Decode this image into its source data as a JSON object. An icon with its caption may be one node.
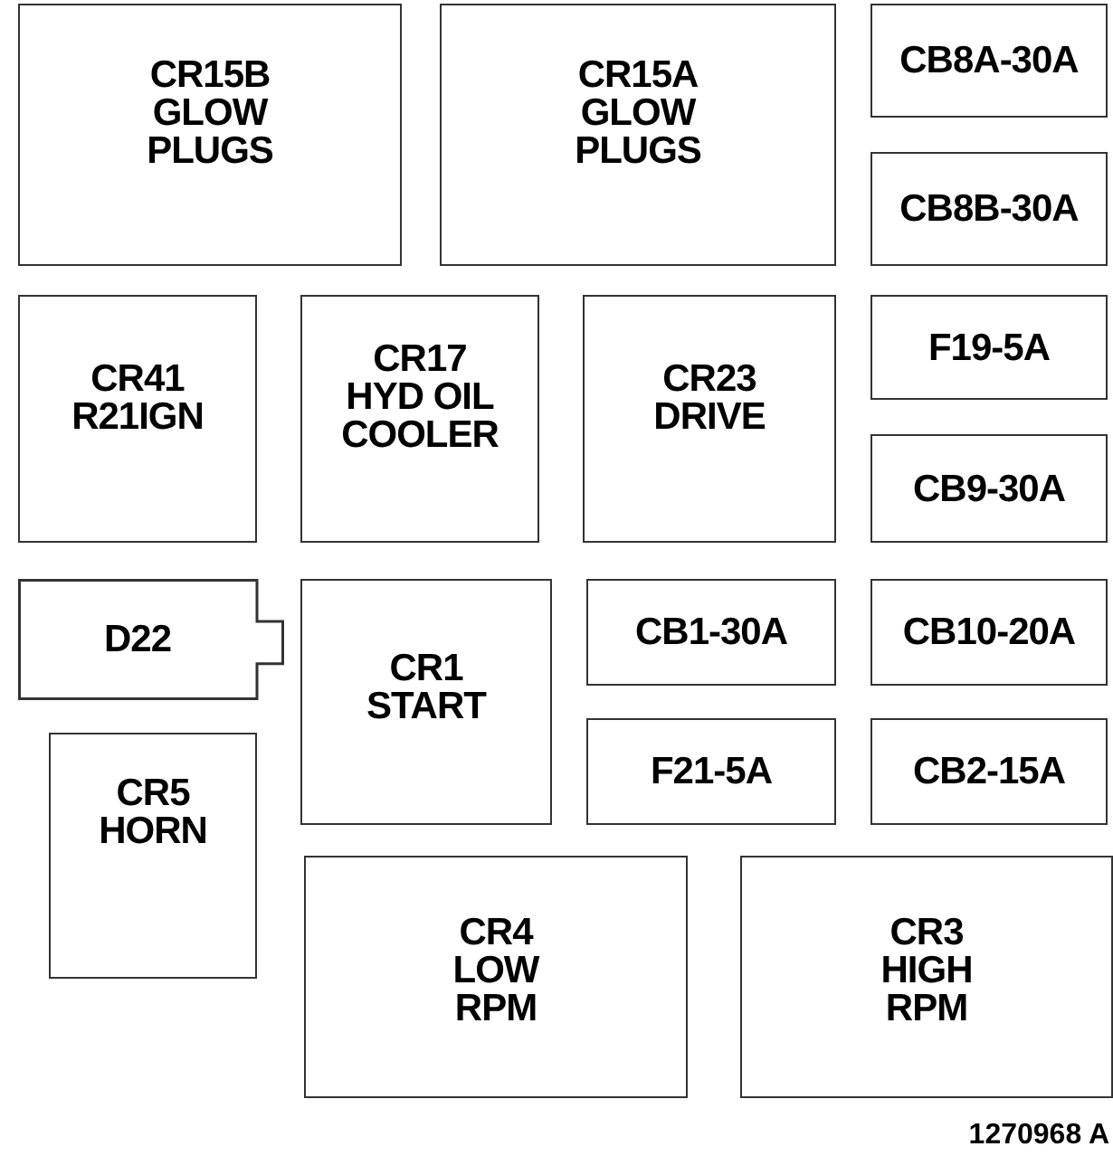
{
  "diagram": {
    "nodes": [
      {
        "text": [
          "CR15B GLOW PLUGS"
        ]
      },
      {
        "text": [
          "CR15A GLOW PLUGS"
        ]
      },
      {
        "text": [
          "CB8A-30A"
        ]
      },
      {
        "text": [
          "CB8B-30A"
        ]
      },
      {
        "text": [
          "CR41 R21IGN"
        ]
      },
      {
        "text": [
          "CR17 HYD OIL COOLER"
        ]
      },
      {
        "text": [
          "CR23 DRIVE"
        ]
      },
      {
        "text": [
          "F19-5A"
        ]
      },
      {
        "text": [
          "CB9-30A"
        ]
      },
      {
        "text": [
          "D22"
        ]
      },
      {
        "text": [
          "CR1 START"
        ]
      },
      {
        "text": [
          "CB1-30A"
        ]
      },
      {
        "text": [
          "CB10-20A"
        ]
      },
      {
        "text": [
          "CR5 HORN"
        ]
      },
      {
        "text": [
          "F21-5A"
        ]
      },
      {
        "text": [
          "CB2-15A"
        ]
      },
      {
        "text": [
          "CR4 LOW RPM"
        ]
      },
      {
        "text": [
          "CR3 HIGH RPM"
        ]
      }
    ],
    "labels": [
      "1270968 A"
    ]
  }
}
